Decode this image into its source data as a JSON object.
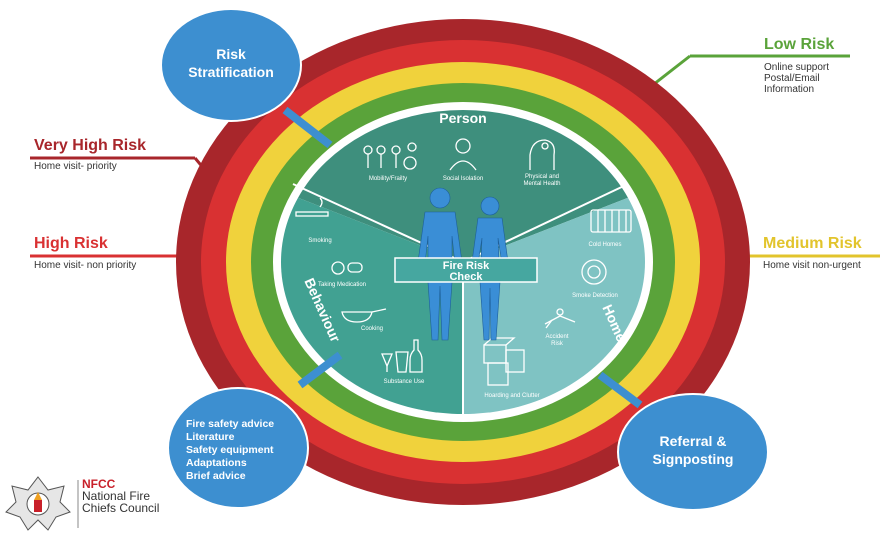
{
  "diagram": {
    "center_label": [
      "Fire Risk",
      "Check"
    ],
    "segments": {
      "person": {
        "label": "Person",
        "items": [
          "Mobility/Frailty",
          "Social Isolation",
          "Physical and",
          "Mental Health"
        ]
      },
      "behaviour": {
        "label": "Behaviour",
        "items": [
          "Smoking",
          "Taking Medication",
          "Cooking",
          "Substance Use"
        ]
      },
      "home": {
        "label": "Home",
        "items": [
          "Cold Homes",
          "Smoke Detection",
          "Accident",
          "Risk",
          "Hoarding and Clutter"
        ]
      }
    },
    "ring_colors": [
      "#a8262b",
      "#d93132",
      "#f0d23c",
      "#5aa33a"
    ],
    "segment_colors": {
      "person": "#3e8f7d",
      "behaviour": "#41a192",
      "home": "#7fc3c3"
    },
    "bubble_color": "#3d8fd0"
  },
  "risk_levels": {
    "very_high": {
      "title": "Very High Risk",
      "sub": "Home visit- priority",
      "color": "#a8262b"
    },
    "high": {
      "title": "High Risk",
      "sub": "Home visit- non priority",
      "color": "#d93132"
    },
    "medium": {
      "title": "Medium Risk",
      "sub": "Home visit non-urgent",
      "color": "#e2c42c"
    },
    "low": {
      "title": "Low Risk",
      "subs": [
        "Online support",
        "Postal/Email",
        "Information"
      ],
      "color": "#5aa33a"
    }
  },
  "bubbles": {
    "stratification": [
      "Risk",
      "Stratification"
    ],
    "referral": [
      "Referral &",
      "Signposting"
    ],
    "advice": [
      "Fire safety advice",
      "Literature",
      "Safety equipment",
      "Adaptations",
      "Brief advice"
    ]
  },
  "logo": {
    "abbr": "NFCC",
    "name_lines": [
      "National Fire",
      "Chiefs Council"
    ]
  }
}
